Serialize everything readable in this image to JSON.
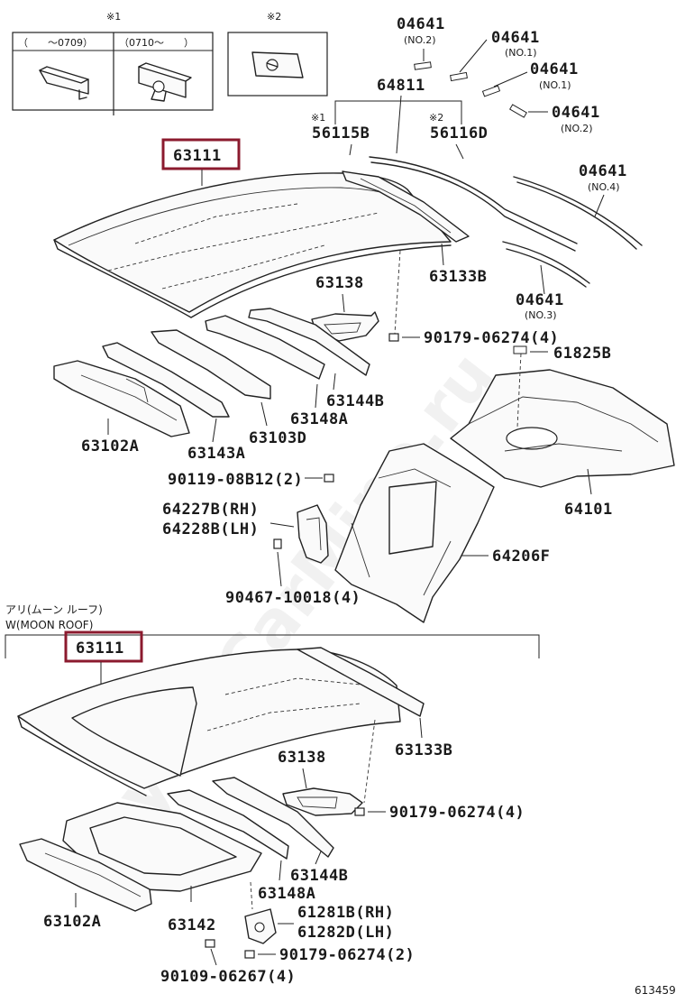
{
  "inset_boxes": {
    "box1": {
      "mark": "※1",
      "col1": "（　　～0709）",
      "col2": "（0710～　　）"
    },
    "box2": {
      "mark": "※2"
    }
  },
  "upper": {
    "p04641_no2_top": {
      "code": "04641",
      "sub": "(NO.2)"
    },
    "p04641_no1_a": {
      "code": "04641",
      "sub": "(NO.1)"
    },
    "p04641_no1_b": {
      "code": "04641",
      "sub": "(NO.1)"
    },
    "p04641_no2_b": {
      "code": "04641",
      "sub": "(NO.2)"
    },
    "p04641_no4": {
      "code": "04641",
      "sub": "(NO.4)"
    },
    "p04641_no3": {
      "code": "04641",
      "sub": "(NO.3)"
    },
    "p64811": "64811",
    "p56115B": {
      "mark": "※1",
      "code": "56115B"
    },
    "p56116D": {
      "mark": "※2",
      "code": "56116D"
    },
    "p63111": "63111",
    "p63133B": "63133B",
    "p63138": "63138",
    "p90179": "90179-06274(4)",
    "p61825B": "61825B",
    "p63144B": "63144B",
    "p63148A": "63148A",
    "p63103D": "63103D",
    "p63143A": "63143A",
    "p63102A": "63102A",
    "p90119": "90119-08B12(2)",
    "p64101": "64101",
    "p64227B": "64227B(RH)",
    "p64228B": "64228B(LH)",
    "p64206F": "64206F",
    "p90467": "90467-10018(4)"
  },
  "section": {
    "jp": "アリ(ムーン ルーフ)",
    "en": "W(MOON ROOF)"
  },
  "lower": {
    "p63111": "63111",
    "p63133B": "63133B",
    "p63138": "63138",
    "p90179_a": "90179-06274(4)",
    "p63144B": "63144B",
    "p63148A": "63148A",
    "p63102A": "63102A",
    "p63142": "63142",
    "p61281B": "61281B(RH)",
    "p61282D": "61282D(LH)",
    "p90179_b": "90179-06274(2)",
    "p90109": "90109-06267(4)"
  },
  "figure_id": "613459",
  "watermark": "ToyotaCarMine.ru",
  "colors": {
    "highlight": "#8b1a2e",
    "ink": "#1a1a1a",
    "background": "#ffffff"
  }
}
